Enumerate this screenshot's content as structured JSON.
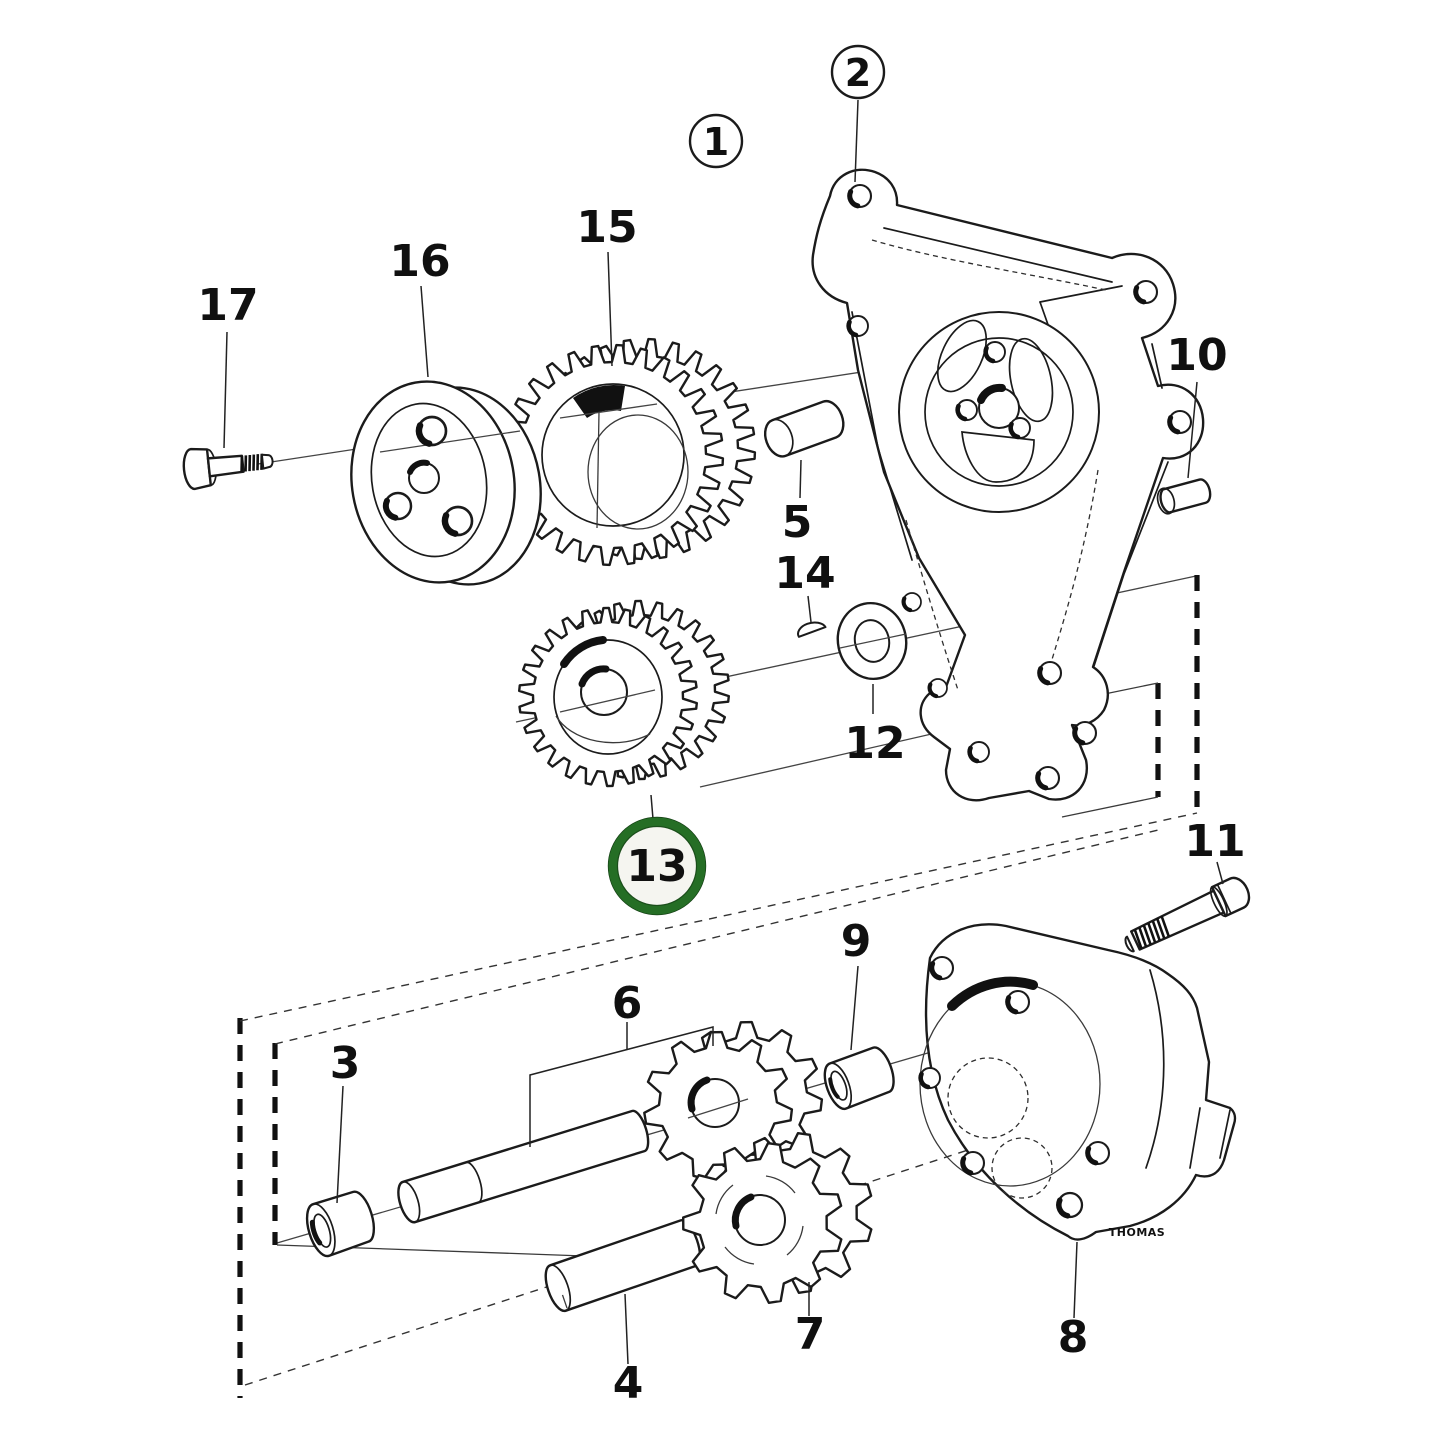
{
  "diagram": {
    "type": "exploded-parts-diagram",
    "subject": "oil pump and timing gear assembly",
    "background": "#ffffff",
    "ink_color": "#1b1b1b",
    "highlight": {
      "part_label": "13",
      "ring_color": "#256e25",
      "style": "green-circle"
    }
  },
  "labels": {
    "p1": "1",
    "p2": "2",
    "p3": "3",
    "p4": "4",
    "p5": "5",
    "p6": "6",
    "p7": "7",
    "p8": "8",
    "p9": "9",
    "p10": "10",
    "p11": "11",
    "p12": "12",
    "p13": "13",
    "p14": "14",
    "p15": "15",
    "p16": "16",
    "p17": "17"
  },
  "callouts": [
    {
      "label": "1",
      "style": "circled"
    },
    {
      "label": "2",
      "style": "circled"
    },
    {
      "label": "13",
      "style": "highlighted-green-circle"
    },
    {
      "label": "3",
      "style": "plain"
    },
    {
      "label": "4",
      "style": "plain"
    },
    {
      "label": "5",
      "style": "plain"
    },
    {
      "label": "6",
      "style": "plain"
    },
    {
      "label": "7",
      "style": "plain"
    },
    {
      "label": "8",
      "style": "plain"
    },
    {
      "label": "9",
      "style": "plain"
    },
    {
      "label": "10",
      "style": "plain"
    },
    {
      "label": "11",
      "style": "plain"
    },
    {
      "label": "12",
      "style": "plain"
    },
    {
      "label": "14",
      "style": "plain"
    },
    {
      "label": "15",
      "style": "plain"
    },
    {
      "label": "16",
      "style": "plain"
    },
    {
      "label": "17",
      "style": "plain"
    }
  ],
  "signature": "THOMAS"
}
